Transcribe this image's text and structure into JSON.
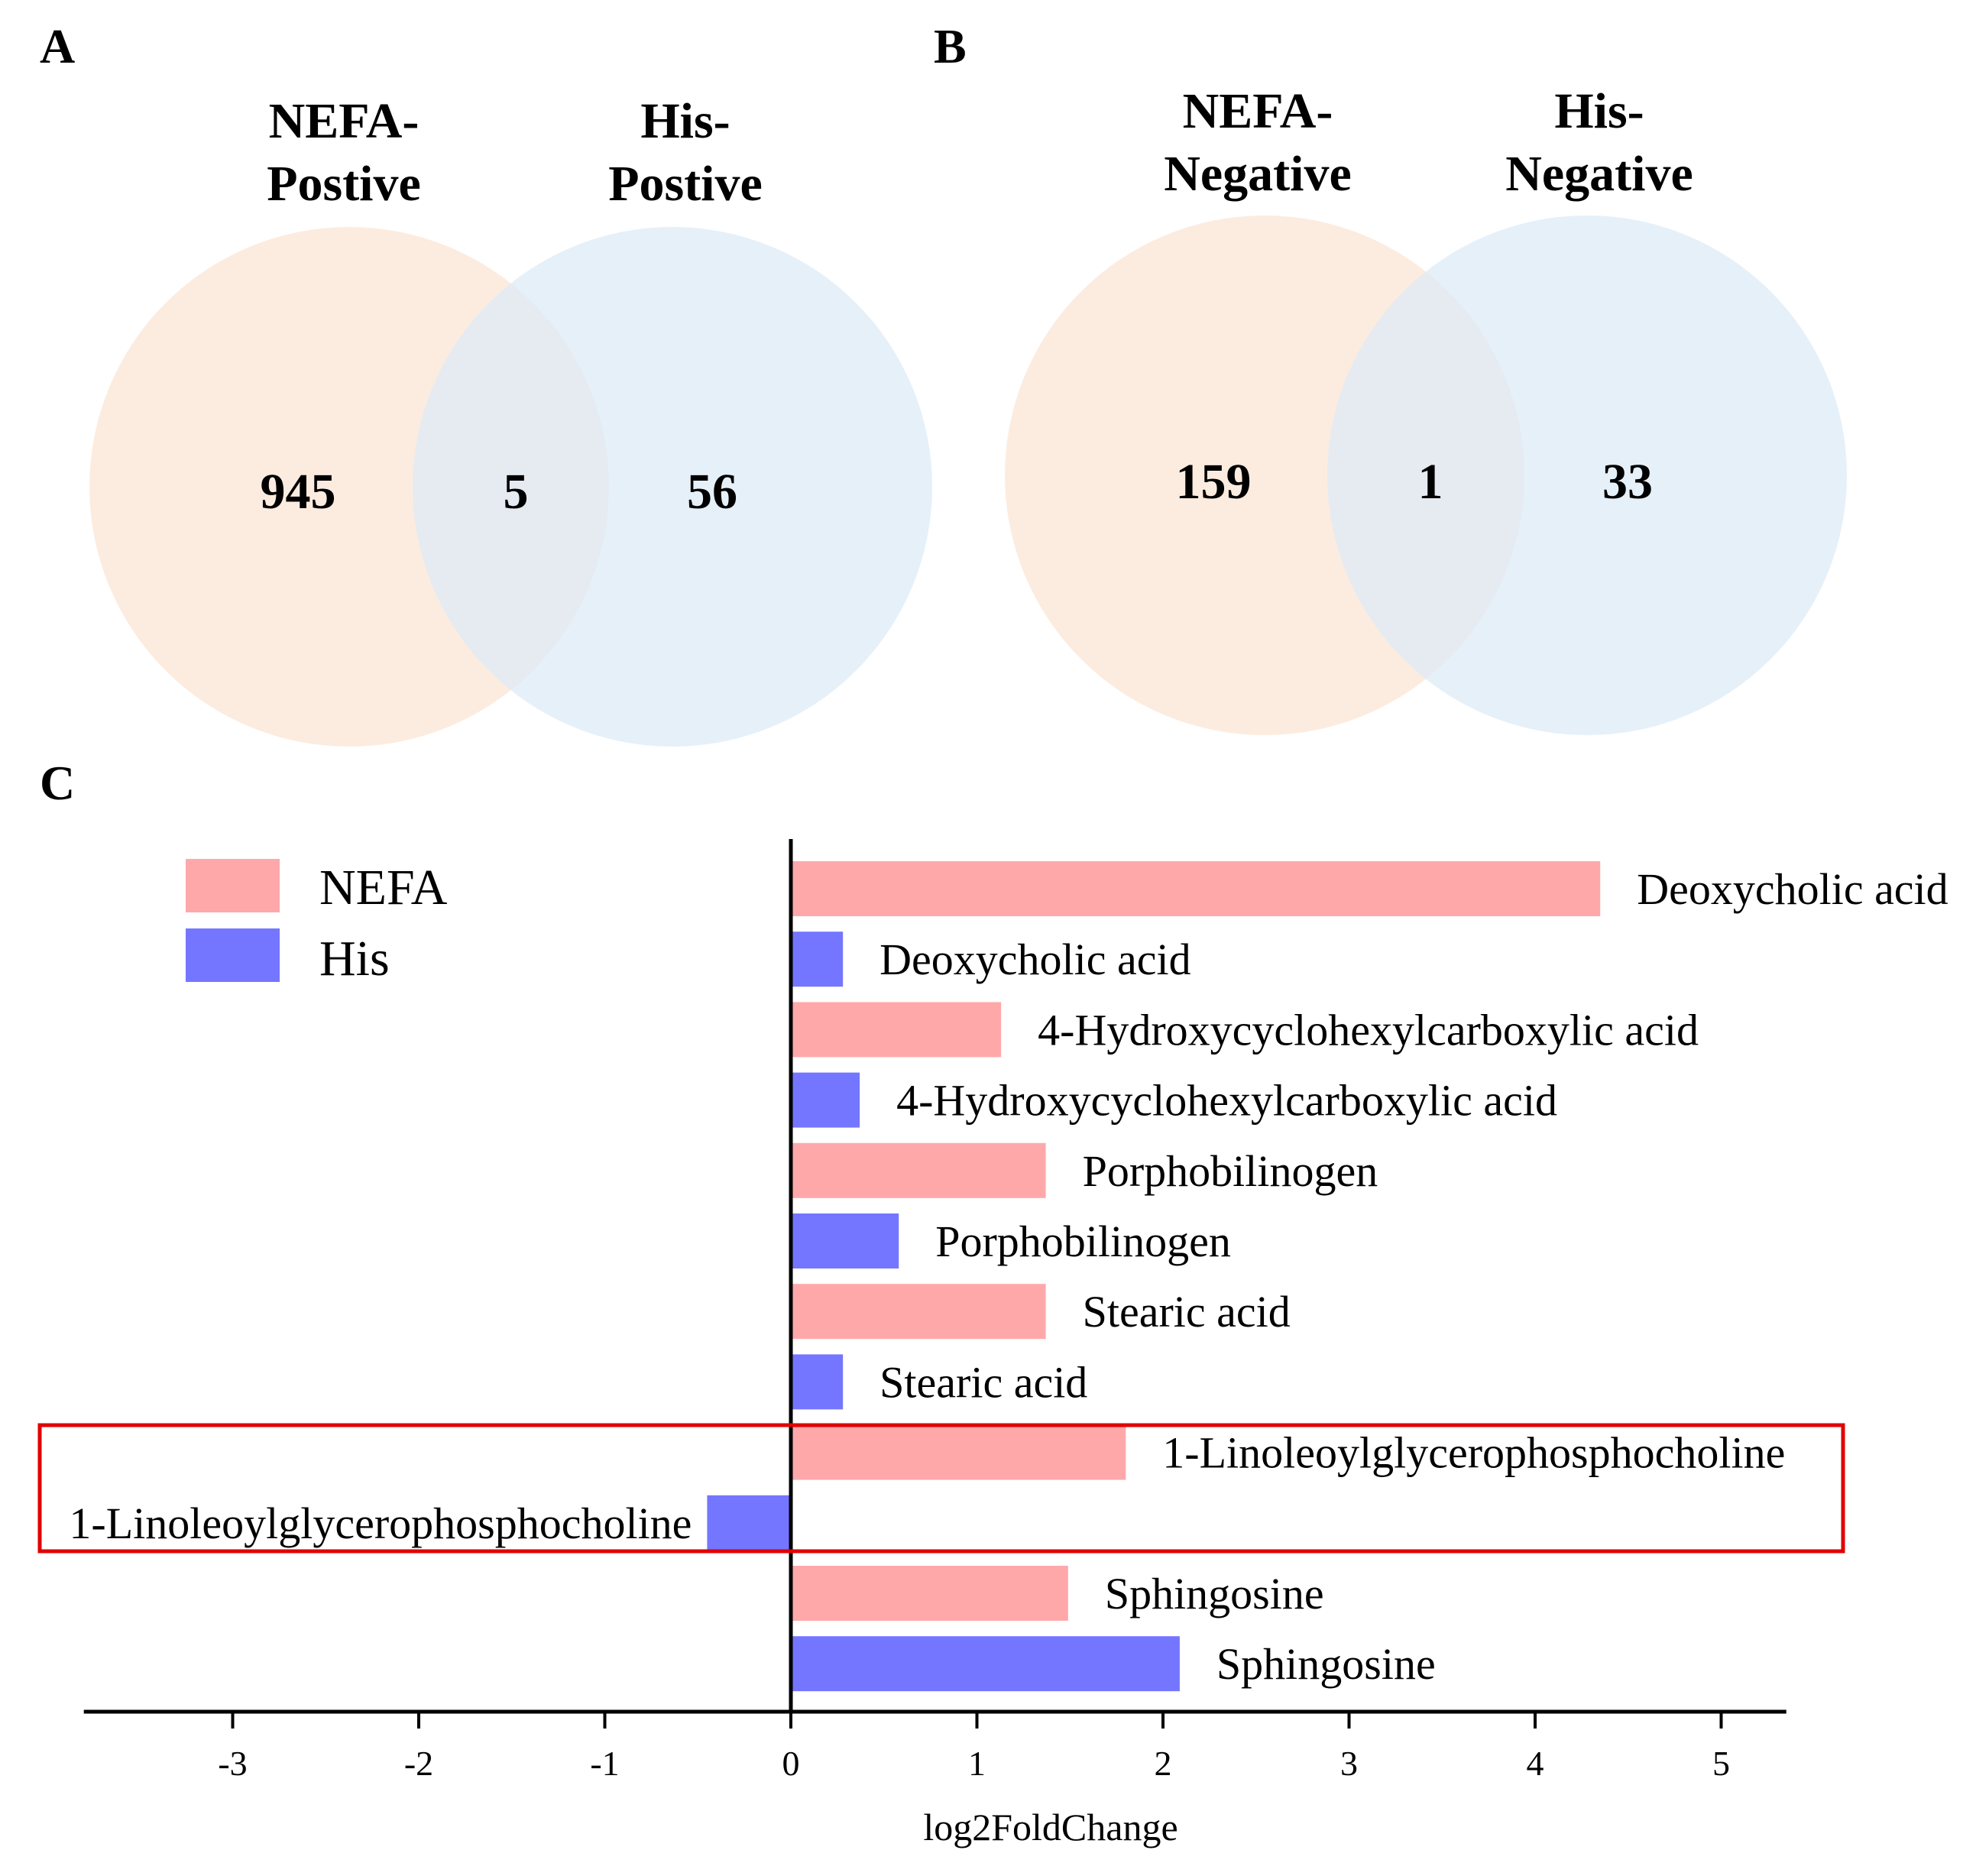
{
  "panels": {
    "A": "A",
    "B": "B",
    "C": "C"
  },
  "venn_a": {
    "left_title": [
      "NEFA-",
      "Postive"
    ],
    "right_title": [
      "His-",
      "Postive"
    ],
    "left_only": "945",
    "overlap": "5",
    "right_only": "56"
  },
  "venn_b": {
    "left_title": [
      "NEFA-",
      "Negative"
    ],
    "right_title": [
      "His-",
      "Negative"
    ],
    "left_only": "159",
    "overlap": "1",
    "right_only": "33"
  },
  "colors": {
    "venn_left": "#fbe5d6",
    "venn_right": "#deebf7",
    "NEFA": "#ffa8aa",
    "His": "#7476ff",
    "highlight_box": "#e00000"
  },
  "chart_data": {
    "type": "bar",
    "orientation": "horizontal",
    "xlabel": "log2FoldChange",
    "xlim": [
      -3.8,
      5.35
    ],
    "xticks": [
      -3,
      -2,
      -1,
      0,
      1,
      2,
      3,
      4,
      5
    ],
    "legend": {
      "position": "top-left",
      "entries": [
        "NEFA",
        "His"
      ]
    },
    "grid": false,
    "bars": [
      {
        "series": "NEFA",
        "label": "Deoxycholic acid",
        "value": 4.35
      },
      {
        "series": "His",
        "label": "Deoxycholic acid",
        "value": 0.28
      },
      {
        "series": "NEFA",
        "label": "4-Hydroxycyclohexylcarboxylic acid",
        "value": 1.13
      },
      {
        "series": "His",
        "label": "4-Hydroxycyclohexylcarboxylic acid",
        "value": 0.37
      },
      {
        "series": "NEFA",
        "label": "Porphobilinogen",
        "value": 1.37
      },
      {
        "series": "His",
        "label": "Porphobilinogen",
        "value": 0.58
      },
      {
        "series": "NEFA",
        "label": "Stearic acid",
        "value": 1.37
      },
      {
        "series": "His",
        "label": "Stearic acid",
        "value": 0.28
      },
      {
        "series": "NEFA",
        "label": "1-Linoleoylglycerophosphocholine",
        "value": 1.8
      },
      {
        "series": "His",
        "label": "1-Linoleoylglycerophosphocholine",
        "value": -0.45
      },
      {
        "series": "NEFA",
        "label": "Sphingosine",
        "value": 1.49
      },
      {
        "series": "His",
        "label": "Sphingosine",
        "value": 2.09
      }
    ],
    "highlighted_label": "1-Linoleoylglycerophosphocholine"
  }
}
